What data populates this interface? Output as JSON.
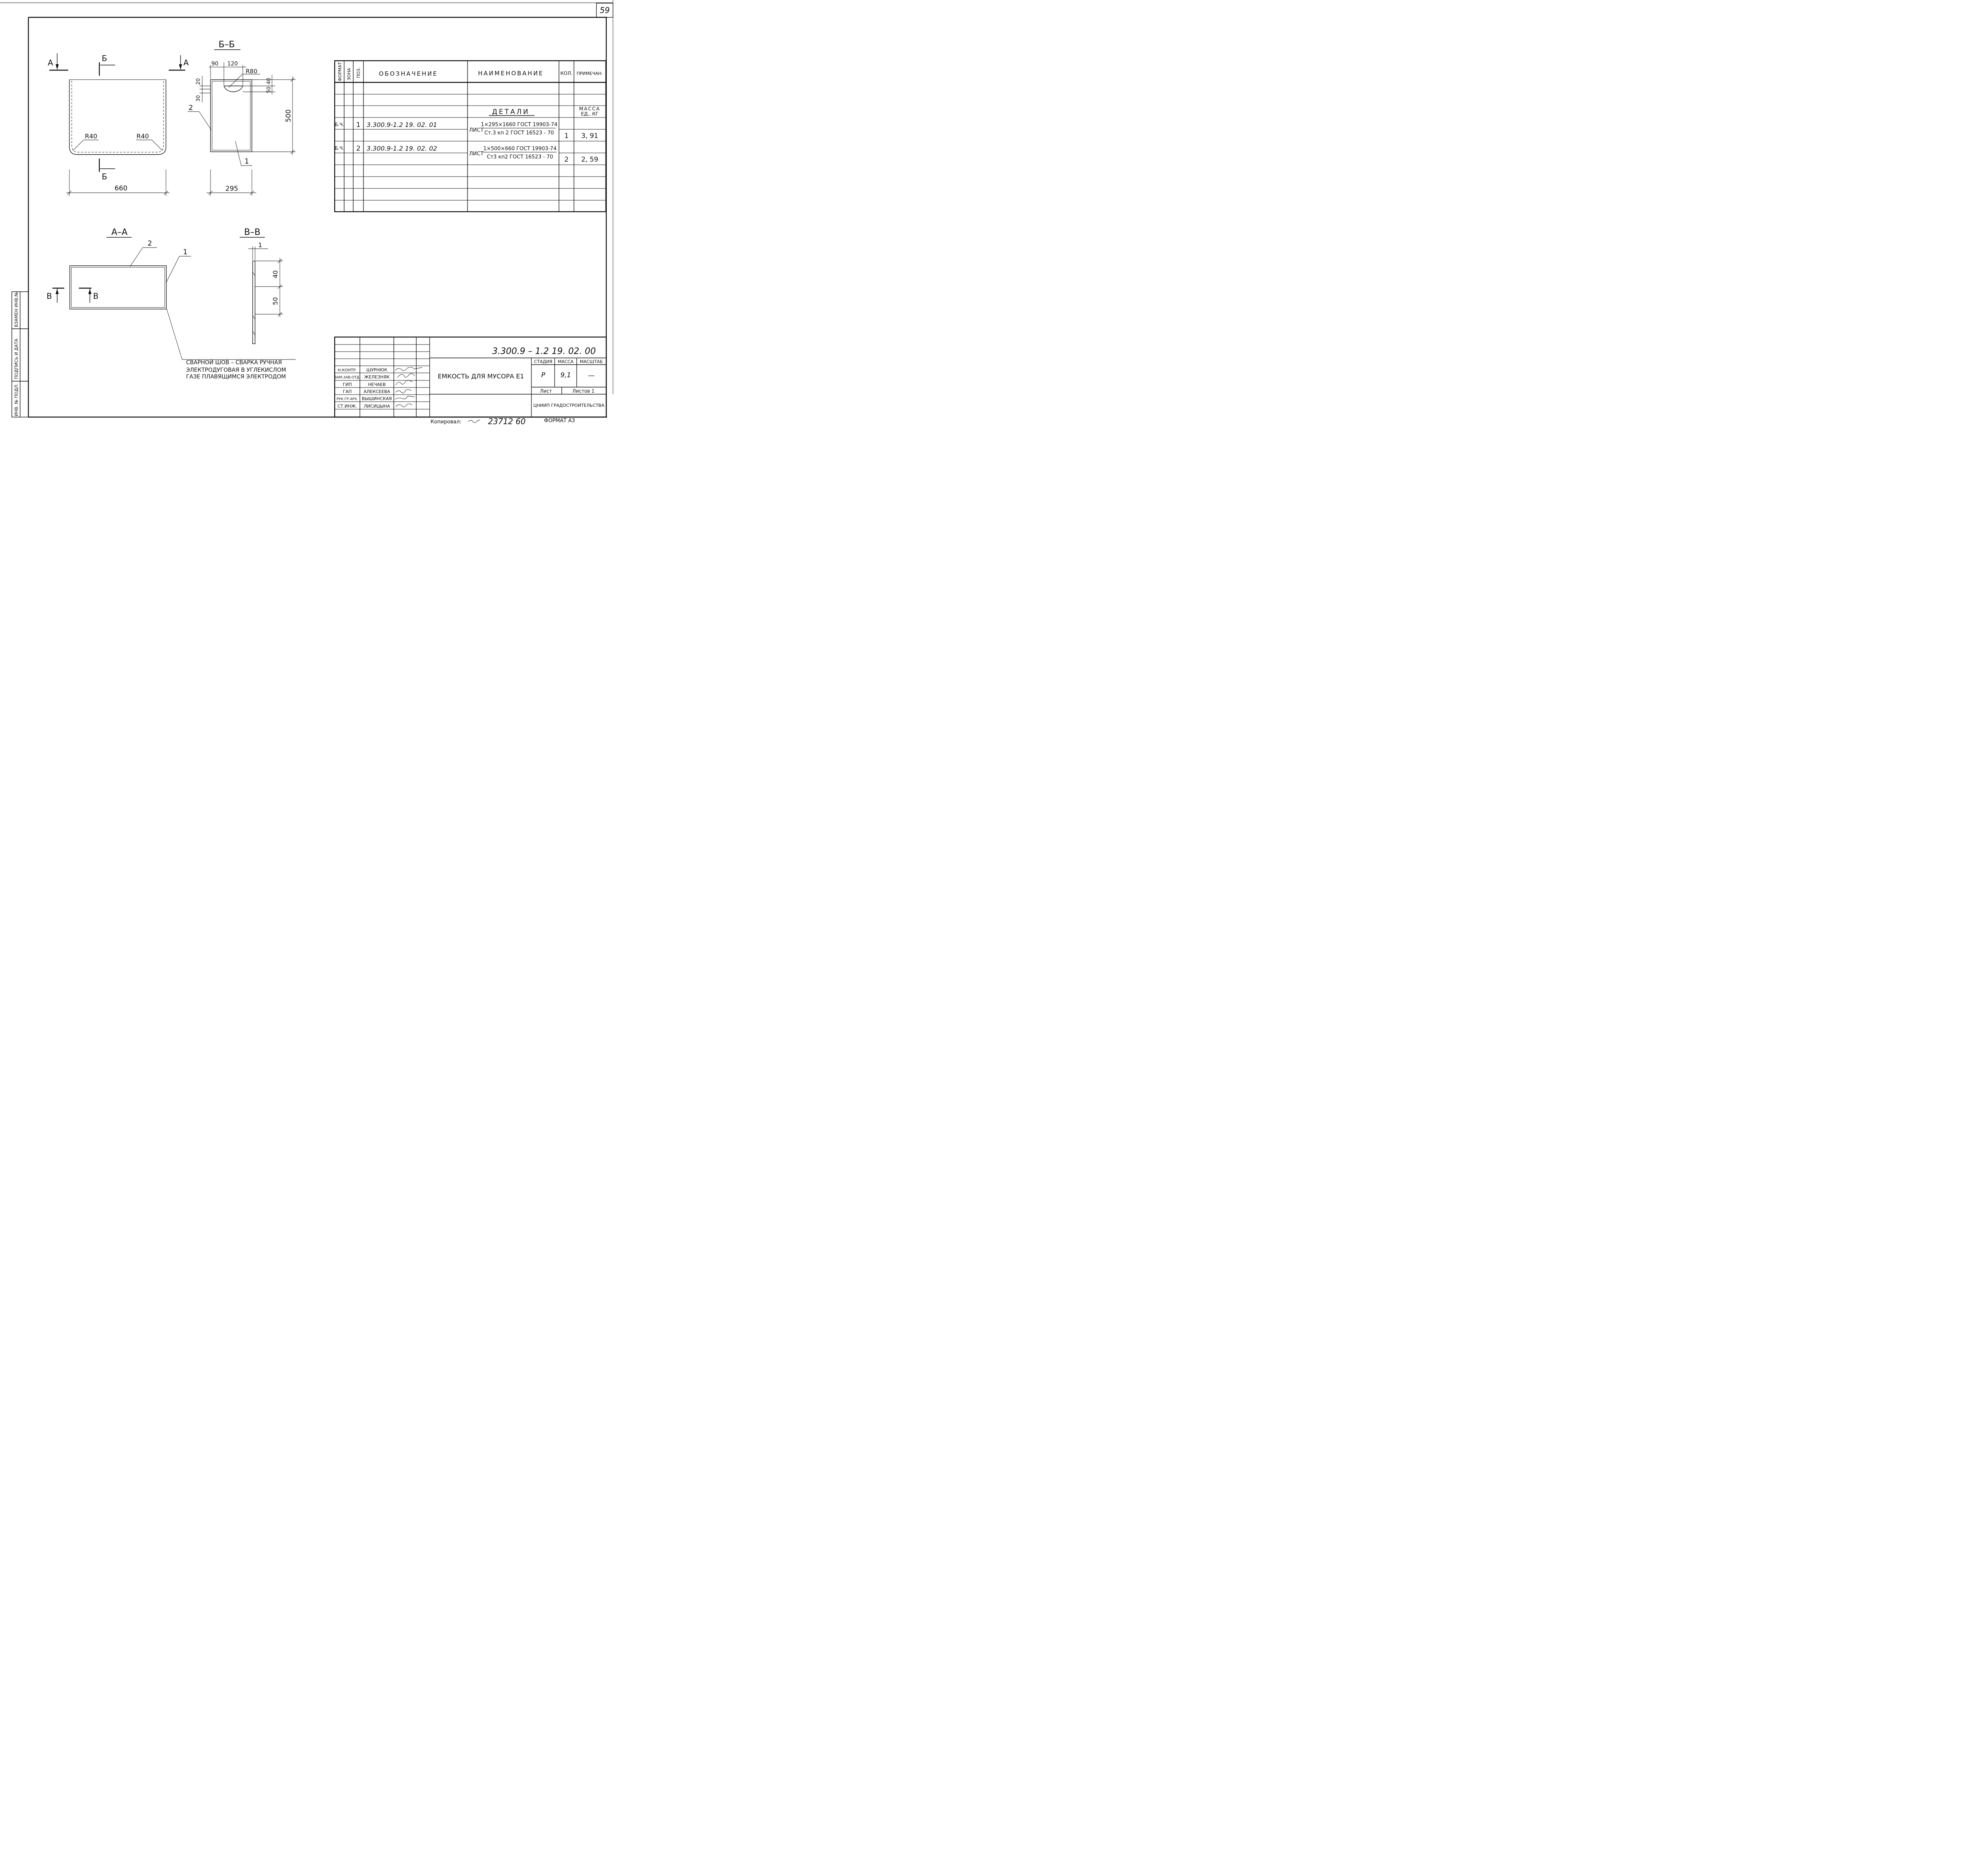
{
  "sheet_number": "59",
  "views": {
    "section_bb": "Б–Б",
    "section_aa": "А–А",
    "section_vv": "В–В",
    "cut_a": "А",
    "cut_b": "Б",
    "cut_v": "В"
  },
  "dimensions": {
    "width_660": "660",
    "radius_left": "R40",
    "radius_right": "R40",
    "d90": "90",
    "d120": "120",
    "r80": "R80",
    "d20": "20",
    "d30": "30",
    "d40": "40",
    "d50": "50",
    "d500": "500",
    "d295": "295",
    "v_d1": "1",
    "v_d40": "40",
    "v_d50": "50"
  },
  "callouts": {
    "pos1": "1",
    "pos2": "2",
    "aa_pos1": "1",
    "aa_pos2": "2"
  },
  "weld_note": {
    "line1": "СВАРНОЙ  ШОВ – СВАРКА РУЧНАЯ",
    "line2": "ЭЛЕКТРОДУГОВАЯ В УГЛЕКИСЛОМ",
    "line3": "ГАЗЕ ПЛАВЯЩИМСЯ ЭЛЕКТРОДОМ"
  },
  "spec_table": {
    "headers": {
      "format": "ФОРМАТ",
      "zone": "ЗОНА",
      "pos": "ПОЗ.",
      "designation": "ОБОЗНАЧЕНИЕ",
      "name": "НАИМЕНОВАНИЕ",
      "qty": "КОЛ.",
      "note": "ПРИМЕЧАН."
    },
    "section_title": "ДЕТАЛИ",
    "mass_header_1": "МАССА",
    "mass_header_2": "ЕД., КГ",
    "rows": [
      {
        "format": "Б.Ч.",
        "pos": "1",
        "designation": "3.300.9-1.2   19. 02. 01",
        "material_prefix": "ЛИСТ",
        "material_top": "1×295×1660 ГОСТ 19903-74",
        "material_bottom": "Ст.3 кп 2 ГОСТ 16523 - 70",
        "qty": "1",
        "mass": "3, 91"
      },
      {
        "format": "Б.Ч.",
        "pos": "2",
        "designation": "3.300.9-1.2   19. 02. 02",
        "material_prefix": "ЛИСТ",
        "material_top": "1×500×660 ГОСТ 19903-74",
        "material_bottom": "Ст3 кп2 ГОСТ 16523 - 70",
        "qty": "2",
        "mass": "2, 59"
      }
    ]
  },
  "title_block": {
    "doc_code": "3.300.9 – 1.2     19. 02. 00",
    "title": "ЕМКОСТЬ  ДЛЯ  МУСОРА  Е1",
    "stage_label": "СТАДИЯ",
    "mass_label": "МАССА",
    "scale_label": "МАСШТАБ",
    "stage": "Р",
    "mass": "9,1",
    "scale": "—",
    "sheet_label": "Лист",
    "sheets_label": "Листов 1",
    "org": "ЦНИИП ГРАДОСТРОИТЕЛЬСТВА",
    "signers": [
      {
        "role": "Н.КОНТР.",
        "name": "ШУРНЮК"
      },
      {
        "role": "ЗАМ.ЗАВ.ОТД.",
        "name": "ЖЕЛЕЗНЯК"
      },
      {
        "role": "ГИП",
        "name": "НЕЧАЕВ"
      },
      {
        "role": "ГАП",
        "name": "АЛЕКСЕЕВА"
      },
      {
        "role": "РУК.ГР.АРХ.",
        "name": "ВЫШИНСКАЯ"
      },
      {
        "role": "СТ.ИНЖ.",
        "name": "ЛИСИЦЫНА"
      }
    ]
  },
  "margin_stamps": {
    "inv_sub": "ИНВ. № ПОДЛ.",
    "sign_date": "ПОДПИСЬ И ДАТА",
    "replace_inv": "ВЗАМЕН ИНВ.№"
  },
  "footer": {
    "copied": "Копировал:",
    "copy_numbers": "23712   60",
    "format": "ФОРМАТ А3"
  }
}
